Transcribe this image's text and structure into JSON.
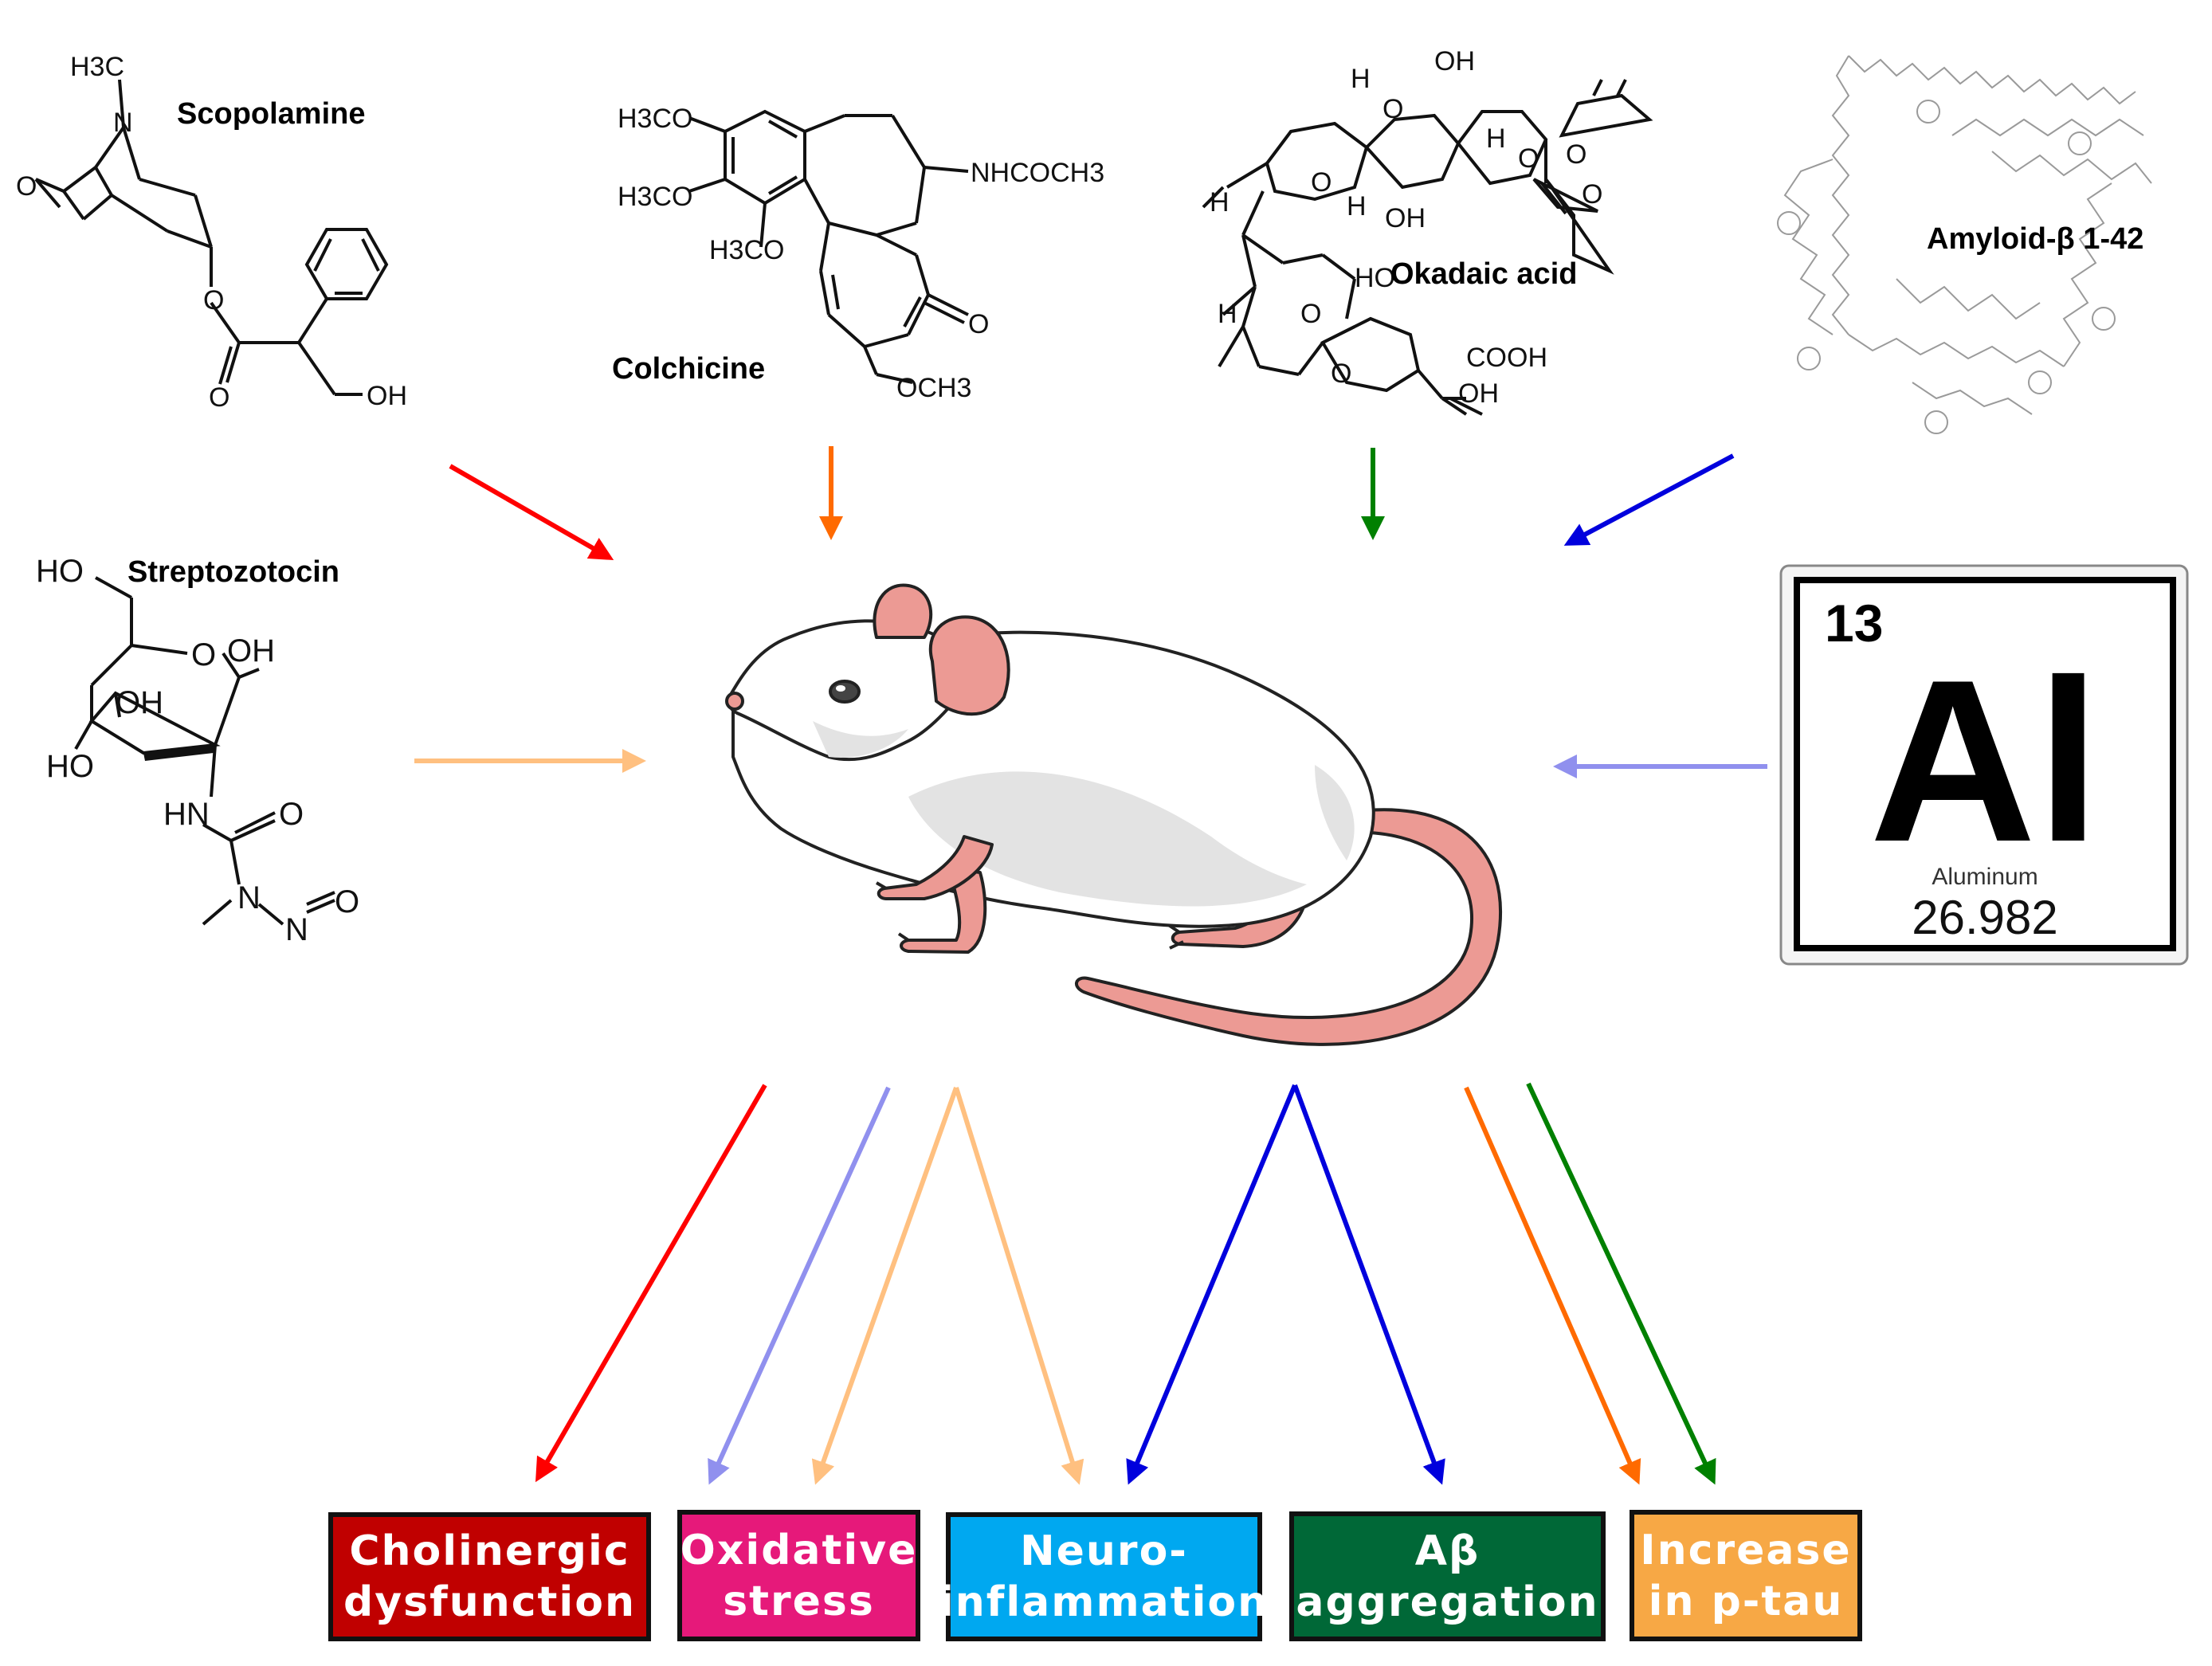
{
  "compounds": {
    "scopolamine": {
      "name": "Scopolamine",
      "atoms": [
        "H3C",
        "N",
        "O",
        "O",
        "O",
        "OH"
      ]
    },
    "colchicine": {
      "name": "Colchicine",
      "atoms": [
        "H3CO",
        "H3CO",
        "H3CO",
        "NHCOCH3",
        "O",
        "OCH3"
      ]
    },
    "okadaic_acid": {
      "name": "Okadaic acid",
      "atoms": [
        "H",
        "OH",
        "O",
        "O",
        "O",
        "H",
        "OH",
        "H",
        "H",
        "O",
        "O",
        "HO",
        "H",
        "O",
        "O",
        "COOH",
        "OH"
      ]
    },
    "amyloid": {
      "name": "Amyloid-β 1-42"
    },
    "streptozotocin": {
      "name": "Streptozotocin",
      "atoms": [
        "HO",
        "O",
        "OH",
        "OH",
        "HO",
        "HN",
        "O",
        "N",
        "N",
        "O"
      ]
    }
  },
  "element": {
    "number": "13",
    "symbol": "Al",
    "name": "Aluminum",
    "mass": "26.982"
  },
  "outcomes": [
    {
      "line1": "Cholinergic",
      "line2": "dysfunction",
      "color": "#c00000"
    },
    {
      "line1": "Oxidative",
      "line2": "stress",
      "color": "#e6197a"
    },
    {
      "line1": "Neuro-",
      "line2": "inflammation",
      "color": "#00a8f0"
    },
    {
      "line1": "Aβ",
      "line2": "aggregation",
      "color": "#006837"
    },
    {
      "line1": "Increase",
      "line2": "in p-tau",
      "color": "#f7a845"
    }
  ],
  "arrow_colors": {
    "scopolamine": "#ff0000",
    "colchicine": "#ff6a00",
    "okadaic_acid": "#008000",
    "amyloid": "#0000dd",
    "streptozotocin": "#ffc080",
    "aluminum": "#9090ee"
  }
}
